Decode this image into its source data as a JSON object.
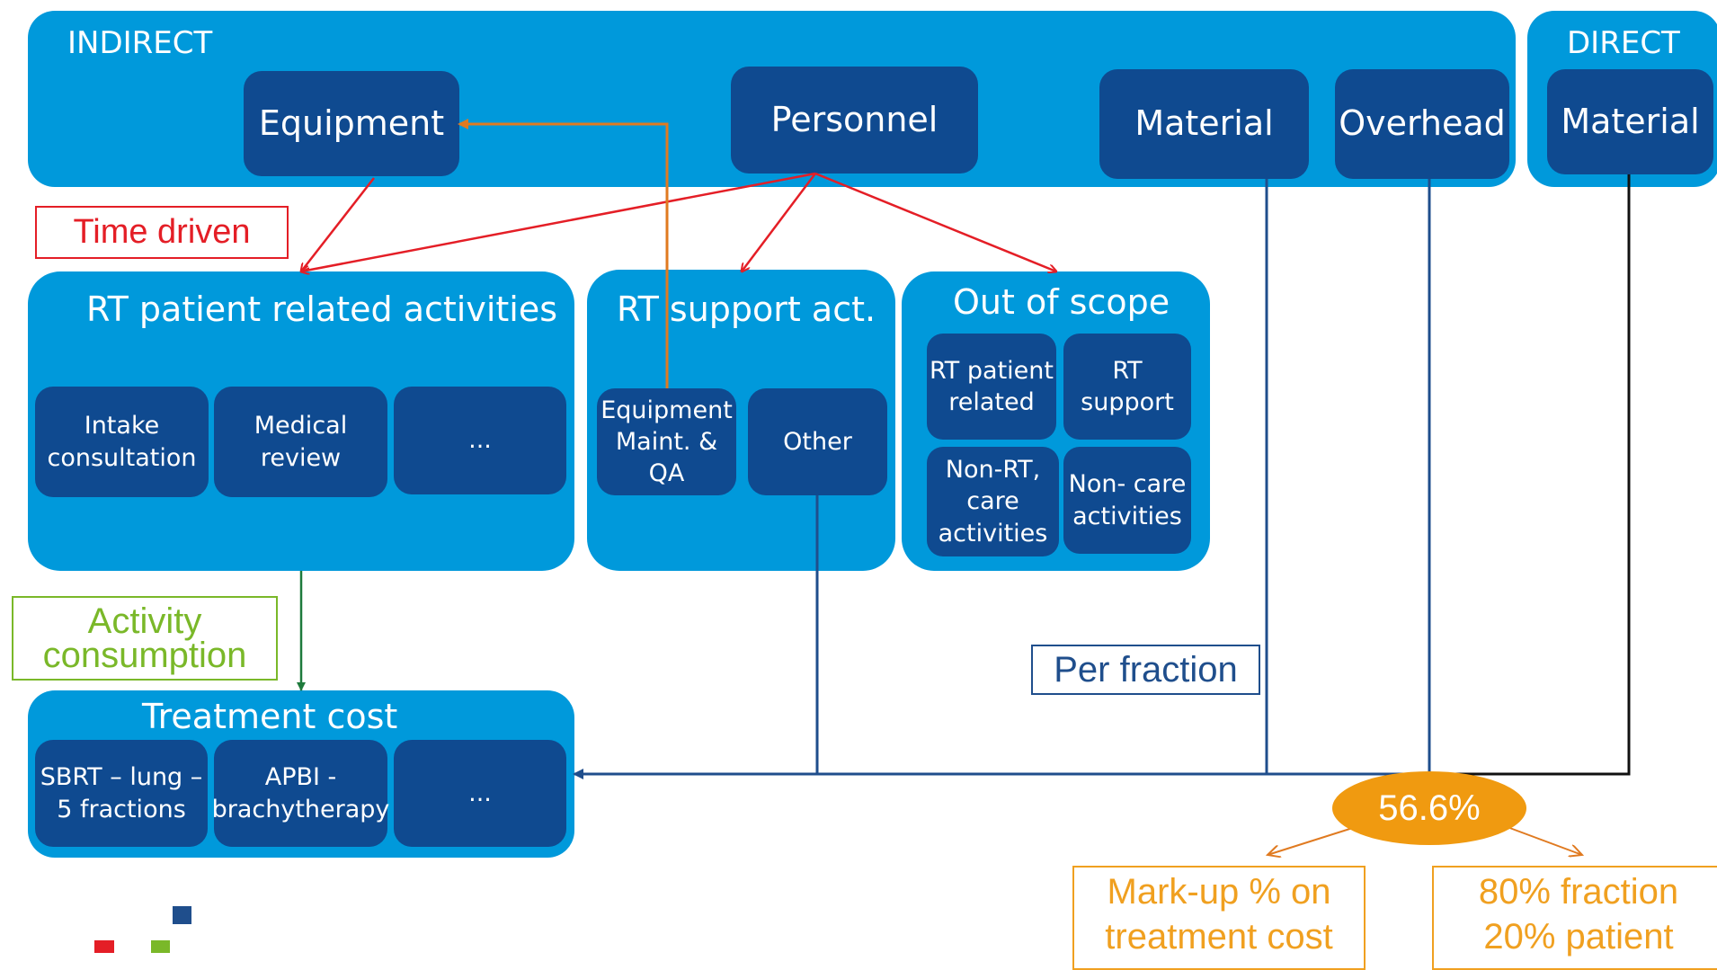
{
  "indirect": {
    "title": "INDIRECT",
    "equipment": "Equipment",
    "personnel": "Personnel",
    "material": "Material",
    "overhead": "Overhead"
  },
  "direct": {
    "title": "DIRECT",
    "material": "Material"
  },
  "time_driven": "Time driven",
  "rt_patient": {
    "title": "RT patient related activities",
    "items": [
      "Intake\nconsultation",
      "Medical\nreview",
      "..."
    ]
  },
  "rt_support": {
    "title": "RT support act.",
    "items": [
      "Equipment\nMaint. & QA",
      "Other"
    ]
  },
  "out_of_scope": {
    "title": "Out of scope",
    "items": [
      "RT patient\nrelated",
      "RT\nsupport",
      "Non-RT,\ncare\nactivities",
      "Non- care\nactivities"
    ]
  },
  "activity_consumption": [
    "Activity",
    "consumption"
  ],
  "per_fraction": "Per fraction",
  "treatment_cost": {
    "title": "Treatment cost",
    "items": [
      "SBRT – lung –\n5 fractions",
      "APBI -\nbrachytherapy",
      "..."
    ]
  },
  "overhead_pct": "56.6%",
  "markup": [
    "Mark-up  % on",
    "treatment cost"
  ],
  "allocation": [
    "80% fraction",
    "20% patient"
  ],
  "colors": {
    "panel": "#0099db",
    "box": "#0f4a90",
    "red": "#e41e26",
    "orange": "#f0a020",
    "green": "#7ab829",
    "navy": "#1f4e8c"
  }
}
